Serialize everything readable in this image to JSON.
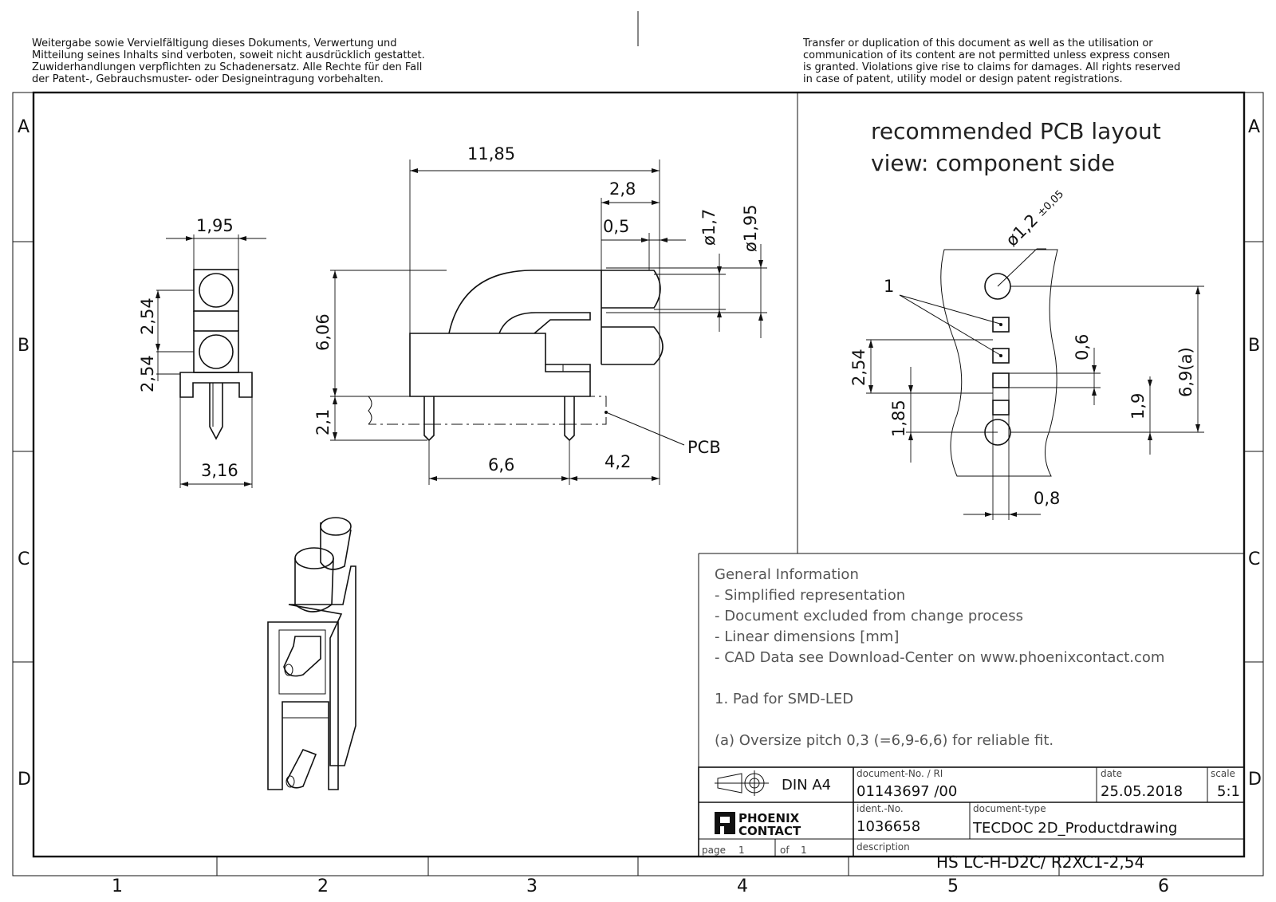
{
  "notice": {
    "de": [
      "Weitergabe sowie Vervielfältigung dieses Dokuments, Verwertung und",
      "Mitteilung seines Inhalts sind verboten, soweit nicht ausdrücklich gestattet.",
      "Zuwiderhandlungen verpflichten zu Schadenersatz. Alle Rechte für den Fall",
      "der Patent-, Gebrauchsmuster- oder Designeintragung vorbehalten."
    ],
    "en": [
      "Transfer or duplication of this document as well as the utilisation or",
      "communication of its content are not permitted unless express consen",
      "is granted. Violations give rise to claims for damages. All rights reserved",
      "in case of patent, utility model or design patent registrations."
    ]
  },
  "grid": {
    "rows": [
      "A",
      "B",
      "C",
      "D"
    ],
    "cols": [
      "1",
      "2",
      "3",
      "4",
      "5",
      "6"
    ]
  },
  "front_view_dims": {
    "width_top": "1,95",
    "pitch_upper": "2,54",
    "pitch_lower": "2,54",
    "width_bottom": "3,16"
  },
  "side_view_dims": {
    "length": "11,85",
    "lens_len": "2,8",
    "lens_tip": "0,5",
    "dia_small": "ø1,7",
    "dia_large": "ø1,95",
    "height": "6,06",
    "pin_len": "2,1",
    "pin_pitch": "6,6",
    "front_offset": "4,2",
    "pcb_label": "PCB"
  },
  "pcb_layout": {
    "title_line1": "recommended PCB layout",
    "title_line2": "view: component side",
    "hole_dia": "ø1,2",
    "hole_tol": "±0,05",
    "pad_callout": "1",
    "pitch": "2,54",
    "pad_size": "0,6",
    "offset_a": "1,9",
    "total": "6,9(a)",
    "offset_b": "1,85",
    "pad_width": "0,8"
  },
  "general_info": {
    "heading": "General Information",
    "lines": [
      "- Simplified representation",
      "- Document excluded from change process",
      "- Linear dimensions [mm]",
      "- CAD Data see Download-Center on www.phoenixcontact.com"
    ],
    "note1": "1. Pad for SMD-LED",
    "note_a": "(a) Oversize pitch 0,3 (=6,9-6,6) for reliable fit."
  },
  "title_block": {
    "paper": "DIN A4",
    "doc_no_label": "document-No. / RI",
    "doc_no": "01143697  /00",
    "date_label": "date",
    "date": "25.05.2018",
    "scale_label": "scale",
    "scale": "5:1",
    "logo_line1": "PHOENIX",
    "logo_line2": "CONTACT",
    "ident_label": "ident.-No.",
    "ident": "1036658",
    "doctype_label": "document-type",
    "doctype": "TECDOC 2D_Productdrawing",
    "desc_label": "description",
    "desc": "HS LC-H-D2C/ R2XC1-2,54",
    "page_label": "page",
    "page": "1",
    "of_label": "of",
    "of": "1"
  }
}
